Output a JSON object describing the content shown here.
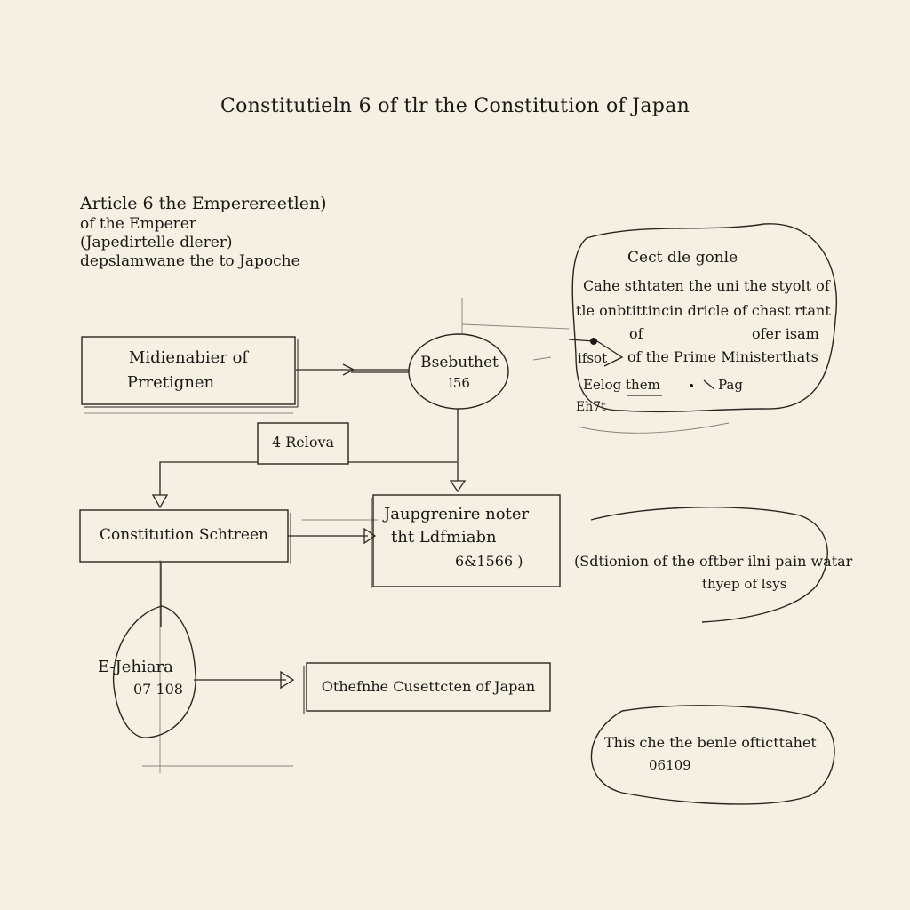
{
  "title": "Constitutieln 6 of tlr the Constitution of Japan",
  "article": {
    "lines": [
      "Article 6 the Emperereetlen)",
      "of the Emperer",
      "(Japedirtelle dlerer)",
      "depslamwane the to Japoche"
    ]
  },
  "boxes": {
    "top_left": {
      "lines": [
        "Midienabier of",
        "Prretignen"
      ]
    },
    "ellipse": {
      "lines": [
        "Bsebuthet",
        "l56"
      ]
    },
    "small": {
      "label": "4 Relova"
    },
    "constitution": {
      "label": "Constitution Schtreen"
    },
    "center": {
      "lines": [
        "Jaupgrenire noter",
        "tht Ldfmiabn",
        "6&1566 )"
      ]
    },
    "blob": {
      "lines": [
        "E-Jehiara",
        "07 108"
      ]
    },
    "bottom": {
      "label": "Othefnhe Cusettcten of Japan"
    }
  },
  "notes": {
    "cloud_top": {
      "lines": [
        "Cect dle gonle",
        "Cahe sthtaten the uni the styolt of",
        "tle onbtittincin dricle of chast rtant",
        "of",
        "ofer isam",
        "ifsot",
        "of the Prime Ministerthats",
        "Eelog them",
        "Pag",
        "Eh7t"
      ]
    },
    "right_middle": {
      "lines": [
        "(Sdtionion of the oftber ilni pain watar",
        "thyep of lsys"
      ]
    },
    "bottom_right": {
      "lines": [
        "This che the benle ofticttahet",
        "06109"
      ]
    }
  }
}
